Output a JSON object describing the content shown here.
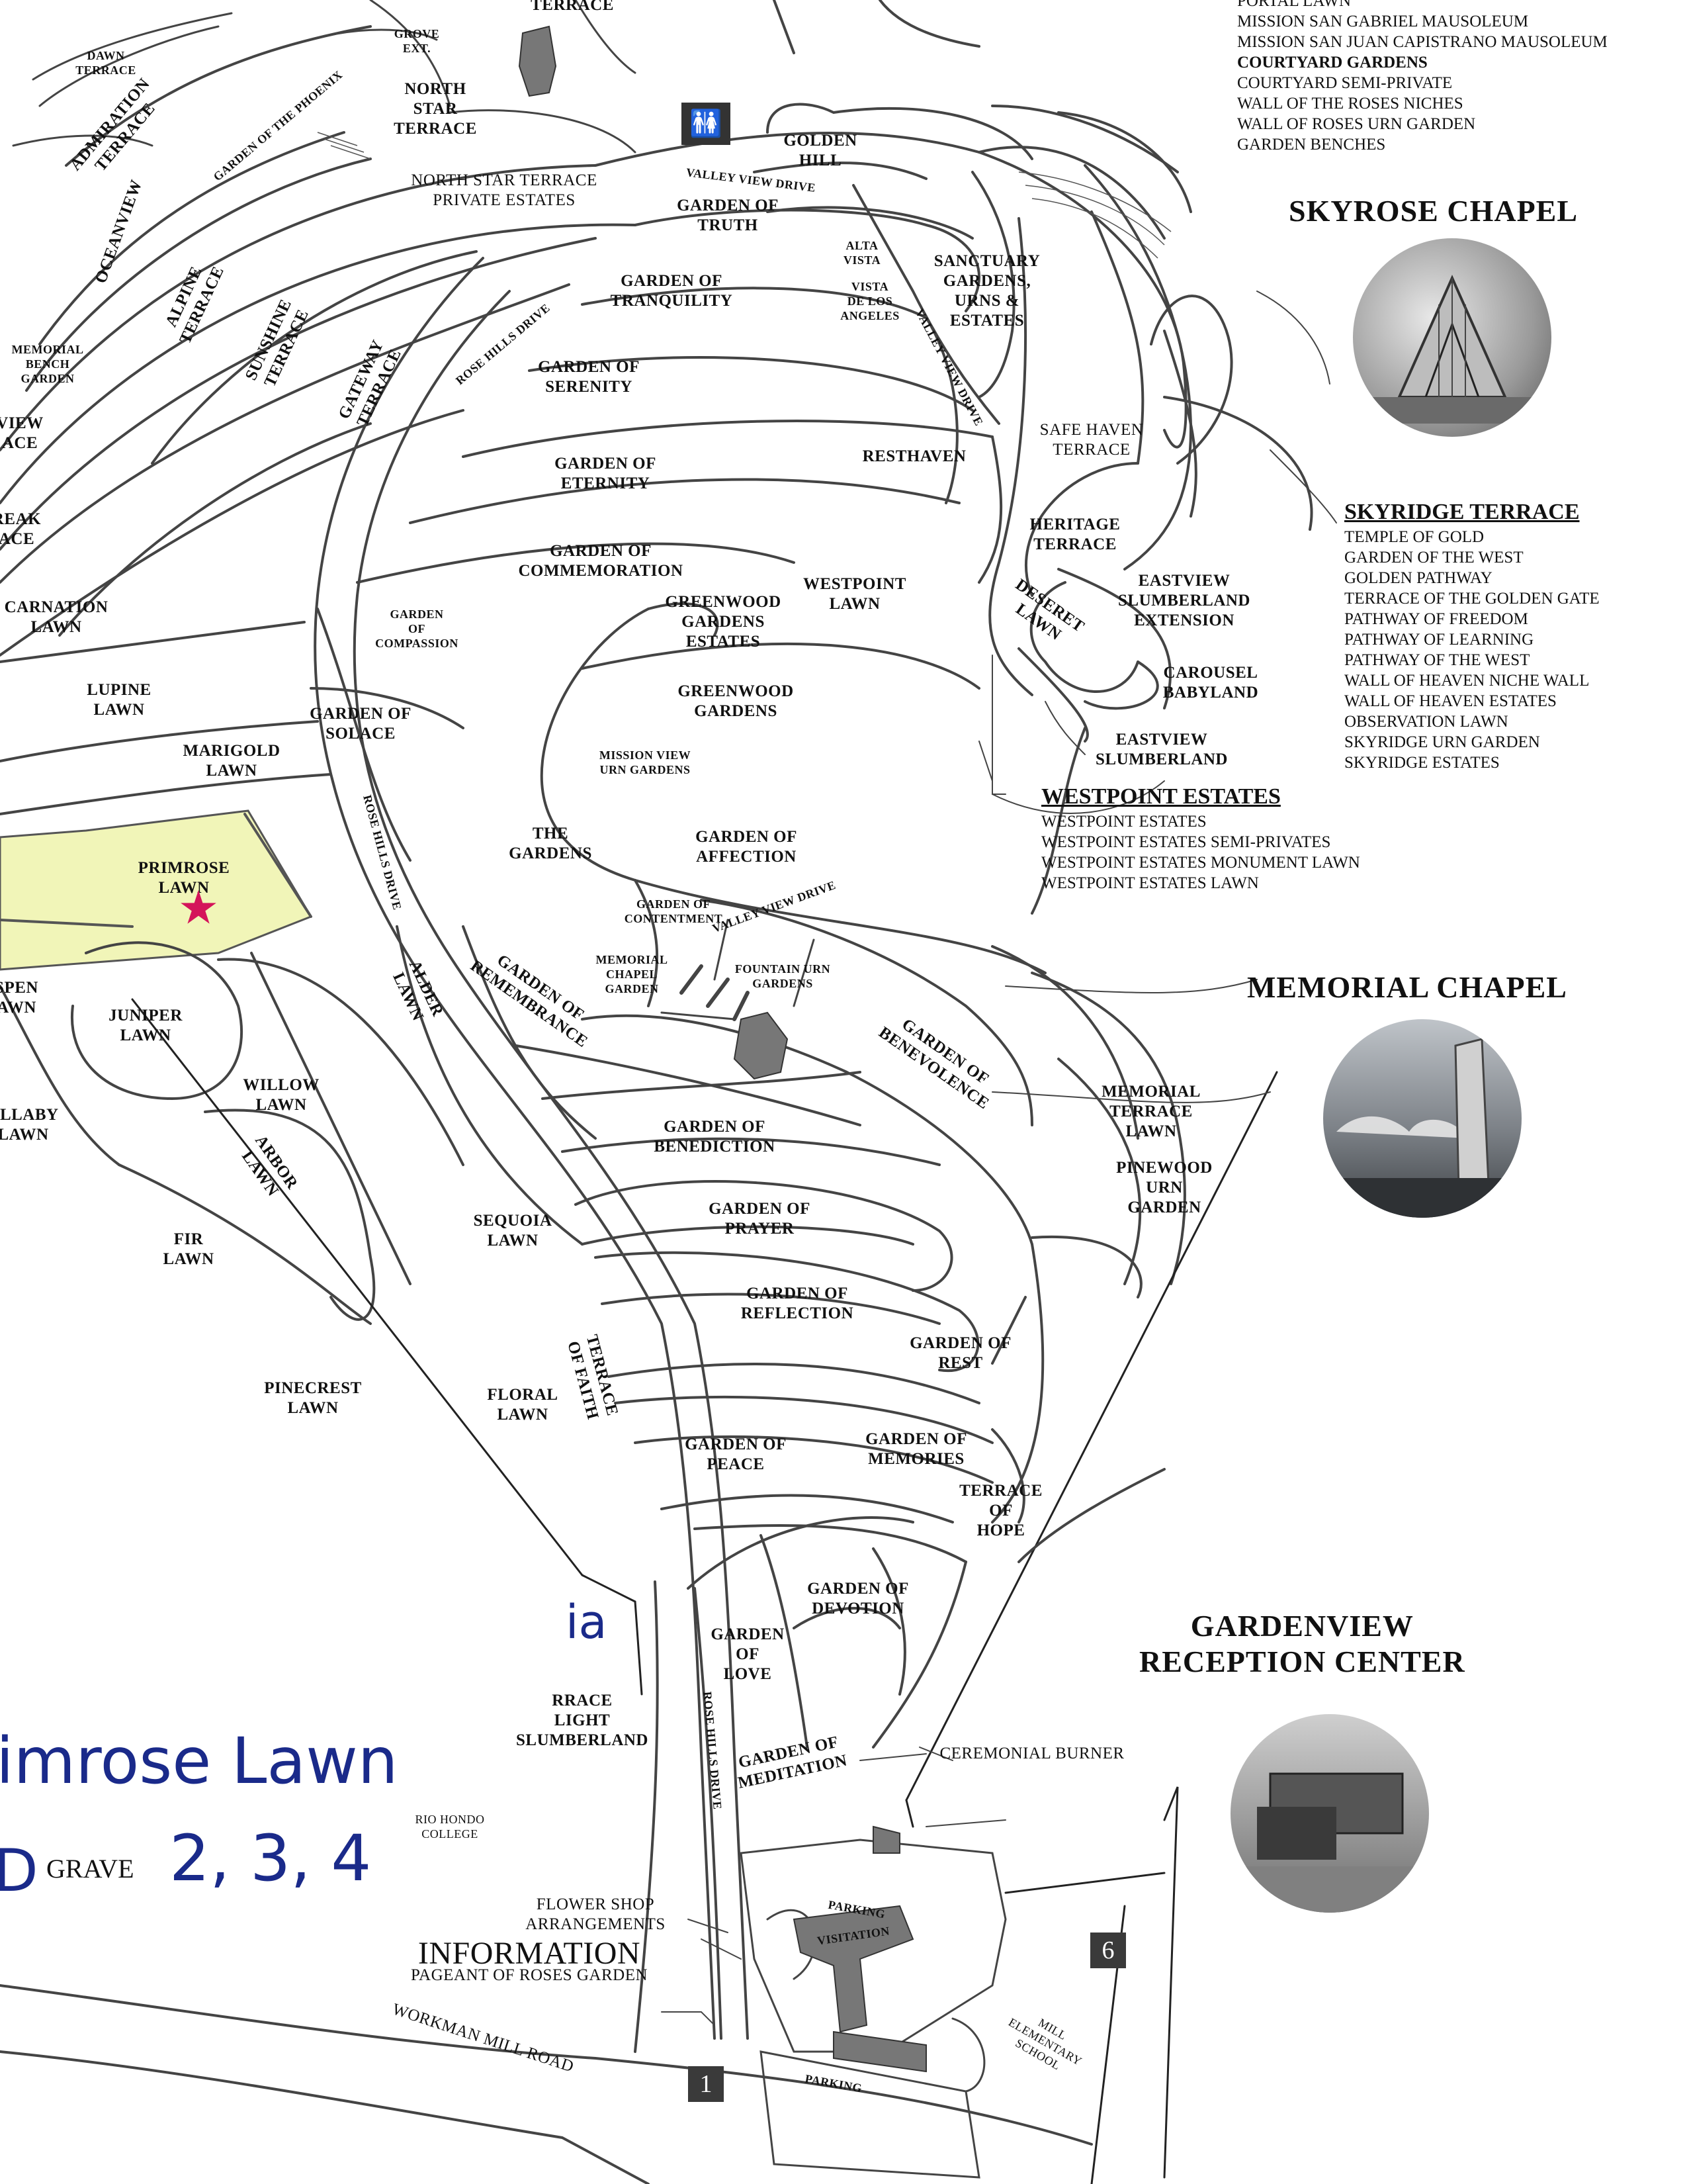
{
  "map": {
    "labels": [
      {
        "id": "terrace-top",
        "text": "TERRACE"
      },
      {
        "id": "grove-ext",
        "text": "GROVE\nEXT."
      },
      {
        "id": "north-star-terrace",
        "text": "NORTH\nSTAR\nTERRACE"
      },
      {
        "id": "dawn-terrace",
        "text": "DAWN\nTERRACE"
      },
      {
        "id": "admiration-terrace",
        "text": "ADMIRATION\nTERRACE"
      },
      {
        "id": "garden-of-the-phoenix",
        "text": "GARDEN OF THE PHOENIX"
      },
      {
        "id": "oceanview",
        "text": "OCEANVIEW"
      },
      {
        "id": "north-star-private",
        "text": "NORTH STAR TERRACE\nPRIVATE ESTATES"
      },
      {
        "id": "golden-hill",
        "text": "GOLDEN\nHILL"
      },
      {
        "id": "valley-view-drive-1",
        "text": "VALLEY VIEW DRIVE"
      },
      {
        "id": "garden-of-truth",
        "text": "GARDEN OF\nTRUTH"
      },
      {
        "id": "alpine-terrace",
        "text": "ALPINE\nTERRACE"
      },
      {
        "id": "sunshine-terrace",
        "text": "SUNSHINE\nTERRACE"
      },
      {
        "id": "alta-vista",
        "text": "ALTA\nVISTA"
      },
      {
        "id": "vista-de-los-angeles",
        "text": "VISTA\nDE LOS\nANGELES"
      },
      {
        "id": "garden-of-tranquility",
        "text": "GARDEN OF\nTRANQUILITY"
      },
      {
        "id": "sanctuary-gardens",
        "text": "SANCTUARY\nGARDENS,\nURNS &\nESTATES"
      },
      {
        "id": "memorial-bench-garden",
        "text": "MEMORIAL\nBENCH\nGARDEN"
      },
      {
        "id": "gateway-terrace",
        "text": "GATEWAY\nTERRACE"
      },
      {
        "id": "rose-hills-drive-1",
        "text": "ROSE HILLS DRIVE"
      },
      {
        "id": "garden-of-serenity",
        "text": "GARDEN OF\nSERENITY"
      },
      {
        "id": "valley-view-drive-2",
        "text": "VALLEY VIEW DRIVE"
      },
      {
        "id": "view-ace",
        "text": "VIEW\nACE"
      },
      {
        "id": "safe-haven-terrace",
        "text": "SAFE HAVEN\nTERRACE"
      },
      {
        "id": "garden-of-eternity",
        "text": "GARDEN OF\nETERNITY"
      },
      {
        "id": "resthaven",
        "text": "RESTHAVEN"
      },
      {
        "id": "reak-ace",
        "text": "REAK\nACE"
      },
      {
        "id": "heritage-terrace",
        "text": "HERITAGE\nTERRACE"
      },
      {
        "id": "garden-of-commemoration",
        "text": "GARDEN OF\nCOMMEMORATION"
      },
      {
        "id": "westpoint-lawn",
        "text": "WESTPOINT\nLAWN"
      },
      {
        "id": "carnation-lawn",
        "text": "CARNATION\nLAWN"
      },
      {
        "id": "garden-of-compassion",
        "text": "GARDEN\nOF\nCOMPASSION"
      },
      {
        "id": "greenwood-gardens-estates",
        "text": "GREENWOOD\nGARDENS\nESTATES"
      },
      {
        "id": "deseret-lawn",
        "text": "DESERET\nLAWN"
      },
      {
        "id": "eastview-extension",
        "text": "EASTVIEW\nSLUMBERLAND\nEXTENSION"
      },
      {
        "id": "carousel-babyland",
        "text": "CAROUSEL\nBABYLAND"
      },
      {
        "id": "lupine-lawn",
        "text": "LUPINE\nLAWN"
      },
      {
        "id": "greenwood-gardens",
        "text": "GREENWOOD\nGARDENS"
      },
      {
        "id": "garden-of-solace",
        "text": "GARDEN OF\nSOLACE"
      },
      {
        "id": "marigold-lawn",
        "text": "MARIGOLD\nLAWN"
      },
      {
        "id": "eastview-slumberland",
        "text": "EASTVIEW\nSLUMBERLAND"
      },
      {
        "id": "mission-view-urn",
        "text": "MISSION VIEW\nURN GARDENS"
      },
      {
        "id": "the-gardens",
        "text": "THE\nGARDENS"
      },
      {
        "id": "garden-of-affection",
        "text": "GARDEN OF\nAFFECTION"
      },
      {
        "id": "rose-hills-drive-2",
        "text": "ROSE HILLS DRIVE"
      },
      {
        "id": "primrose-lawn",
        "text": "PRIMROSE\nLAWN"
      },
      {
        "id": "garden-of-contentment",
        "text": "GARDEN OF\nCONTENTMENT"
      },
      {
        "id": "valley-view-drive-3",
        "text": "VALLEY VIEW DRIVE"
      },
      {
        "id": "memorial-chapel-garden",
        "text": "MEMORIAL\nCHAPEL\nGARDEN"
      },
      {
        "id": "fountain-urn-gardens",
        "text": "FOUNTAIN URN\nGARDENS"
      },
      {
        "id": "garden-of-remembrance",
        "text": "GARDEN OF\nREMEMBRANCE"
      },
      {
        "id": "alder-lawn",
        "text": "ALDER\nLAWN"
      },
      {
        "id": "aspen-lawn",
        "text": "SPEN\nAWN"
      },
      {
        "id": "juniper-lawn",
        "text": "JUNIPER\nLAWN"
      },
      {
        "id": "garden-of-benevolence",
        "text": "GARDEN OF\nBENEVOLENCE"
      },
      {
        "id": "willow-lawn",
        "text": "WILLOW\nLAWN"
      },
      {
        "id": "memorial-terrace-lawn",
        "text": "MEMORIAL\nTERRACE\nLAWN"
      },
      {
        "id": "lullaby-lawn",
        "text": "ULLABY\nLAWN"
      },
      {
        "id": "garden-of-benediction",
        "text": "GARDEN OF\nBENEDICTION"
      },
      {
        "id": "arbor-lawn",
        "text": "ARBOR\nLAWN"
      },
      {
        "id": "pinewood-urn-garden",
        "text": "PINEWOOD\nURN\nGARDEN"
      },
      {
        "id": "garden-of-prayer",
        "text": "GARDEN OF\nPRAYER"
      },
      {
        "id": "sequoia-lawn",
        "text": "SEQUOIA\nLAWN"
      },
      {
        "id": "fir-lawn",
        "text": "FIR\nLAWN"
      },
      {
        "id": "garden-of-reflection",
        "text": "GARDEN OF\nREFLECTION"
      },
      {
        "id": "garden-of-rest",
        "text": "GARDEN OF\nREST"
      },
      {
        "id": "terrace-of-faith",
        "text": "TERRACE\nOF FAITH"
      },
      {
        "id": "pinecrest-lawn",
        "text": "PINECREST\nLAWN"
      },
      {
        "id": "floral-lawn",
        "text": "FLORAL\nLAWN"
      },
      {
        "id": "garden-of-peace",
        "text": "GARDEN OF\nPEACE"
      },
      {
        "id": "garden-of-memories",
        "text": "GARDEN OF\nMEMORIES"
      },
      {
        "id": "terrace-of-hope",
        "text": "TERRACE\nOF\nHOPE"
      },
      {
        "id": "garden-of-devotion",
        "text": "GARDEN OF\nDEVOTION"
      },
      {
        "id": "garden-of-love",
        "text": "GARDEN\nOF\nLOVE"
      },
      {
        "id": "terrace-of-light",
        "text": "RRACE\nLIGHT\nSLUMBERLAND"
      },
      {
        "id": "rose-hills-drive-3",
        "text": "ROSE HILLS DRIVE"
      },
      {
        "id": "garden-of-meditation",
        "text": "GARDEN OF\nMEDITATION"
      },
      {
        "id": "ceremonial-burner",
        "text": "CEREMONIAL BURNER"
      },
      {
        "id": "rio-hondo-college",
        "text": "RIO HONDO\nCOLLEGE"
      },
      {
        "id": "flower-shop",
        "text": "FLOWER SHOP\nARRANGEMENTS"
      },
      {
        "id": "pageant-of-roses",
        "text": "PAGEANT OF ROSES GARDEN"
      },
      {
        "id": "parking-1",
        "text": "PARKING"
      },
      {
        "id": "visitation",
        "text": "VISITATION"
      },
      {
        "id": "parking-2",
        "text": "PARKING"
      },
      {
        "id": "workman-mill-road",
        "text": "WORKMAN MILL ROAD"
      },
      {
        "id": "mill-elementary",
        "text": "MILL\nELEMENTARY\nSCHOOL"
      },
      {
        "id": "information",
        "text": "INFORMATION"
      }
    ],
    "badges": [
      "1",
      "6"
    ],
    "restroom_icon": "restroom-icon",
    "star_icon": "star-icon",
    "highlight_color": "#f1f5b8",
    "star_color": "#d4145a",
    "handwriting_color": "#1a2a8a"
  },
  "top_list": {
    "items": [
      {
        "text": "PORTAL LAWN",
        "bold": false
      },
      {
        "text": "MISSION SAN GABRIEL MAUSOLEUM",
        "bold": false
      },
      {
        "text": "MISSION SAN JUAN CAPISTRANO MAUSOLEUM",
        "bold": false
      },
      {
        "text": "COURTYARD GARDENS",
        "bold": true
      },
      {
        "text": "COURTYARD SEMI-PRIVATE",
        "bold": false
      },
      {
        "text": "WALL OF THE ROSES NICHES",
        "bold": false
      },
      {
        "text": "WALL OF ROSES URN GARDEN",
        "bold": false
      },
      {
        "text": "GARDEN BENCHES",
        "bold": false
      }
    ]
  },
  "skyrose": {
    "title": "SKYROSE CHAPEL"
  },
  "skyridge": {
    "heading": "SKYRIDGE TERRACE",
    "items": [
      "TEMPLE OF GOLD",
      "GARDEN OF THE WEST",
      "GOLDEN PATHWAY",
      "TERRACE OF THE GOLDEN GATE",
      "PATHWAY OF FREEDOM",
      "PATHWAY OF LEARNING",
      "PATHWAY OF THE WEST",
      "WALL OF HEAVEN NICHE WALL",
      "WALL OF HEAVEN ESTATES",
      "OBSERVATION LAWN",
      "SKYRIDGE URN GARDEN",
      "SKYRIDGE ESTATES"
    ]
  },
  "westpoint": {
    "heading": "WESTPOINT ESTATES",
    "items": [
      "WESTPOINT ESTATES",
      "WESTPOINT ESTATES SEMI-PRIVATES",
      "WESTPOINT ESTATES MONUMENT LAWN",
      "WESTPOINT ESTATES LAWN"
    ]
  },
  "memorial_chapel": {
    "title": "MEMORIAL CHAPEL"
  },
  "gardenview": {
    "title": "GARDENVIEW\nRECEPTION CENTER"
  },
  "handwritten": {
    "lawn": "imrose Lawn",
    "grave_prefix": "D",
    "grave_label": "GRAVE",
    "grave_numbers": "2, 3, 4",
    "fragment": "ia"
  }
}
